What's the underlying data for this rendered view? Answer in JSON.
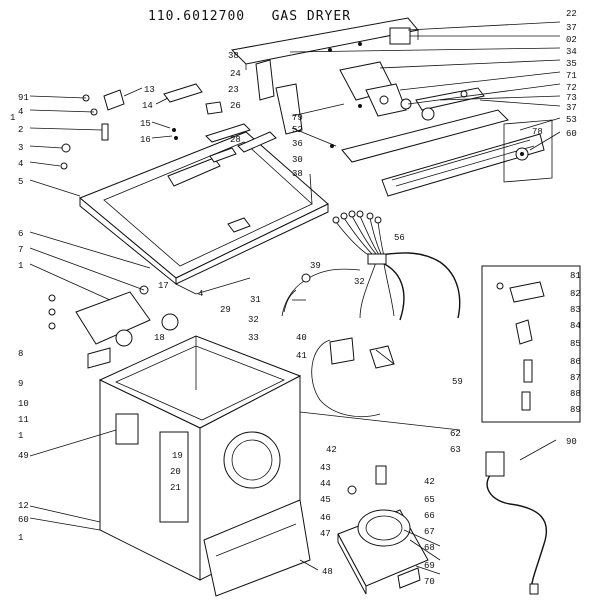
{
  "header": {
    "model": "110.6012700",
    "title": "GAS DRYER"
  },
  "callouts": {
    "c22": "22",
    "c37": "37",
    "c02": "02",
    "c34": "34",
    "c35": "35",
    "c71": "71",
    "c72": "72",
    "c73": "73",
    "c37b": "37",
    "c53": "53",
    "c60": "60",
    "c78": "78",
    "c91": "91",
    "c4a": "4",
    "c1a": "1",
    "c2a": "2",
    "c3a": "3",
    "c4b": "4",
    "c5a": "5",
    "c13": "13",
    "c14": "14",
    "c15": "15",
    "c16": "16",
    "c38a": "38",
    "c24": "24",
    "c23": "23",
    "c26": "26",
    "c79": "79",
    "c52": "52",
    "c28": "28",
    "c36": "36",
    "c30": "30",
    "c38b": "38",
    "c6": "6",
    "c7": "7",
    "c1b": "1",
    "c17": "17",
    "c4c": "4",
    "c29": "29",
    "c18": "18",
    "c32": "32",
    "c33": "33",
    "c31": "31",
    "c39": "39",
    "c32b": "32",
    "c56": "56",
    "c40": "40",
    "c41": "41",
    "c59": "59",
    "c81": "81",
    "c82": "82",
    "c83": "83",
    "c84": "84",
    "c85": "85",
    "c86": "86",
    "c87": "87",
    "c88": "88",
    "c89": "89",
    "c8": "8",
    "c9": "9",
    "c10": "10",
    "c11": "11",
    "c1c": "1",
    "c49": "49",
    "c19": "19",
    "c20": "20",
    "c21": "21",
    "c62": "62",
    "c63": "63",
    "c90": "90",
    "c42": "42",
    "c43": "43",
    "c44": "44",
    "c45": "45",
    "c46": "46",
    "c47": "47",
    "c48": "48",
    "c12": "12",
    "c60b": "60",
    "c1d": "1",
    "c65": "65",
    "c66": "66",
    "c67": "67",
    "c68": "68",
    "c69": "69",
    "c70": "70"
  }
}
